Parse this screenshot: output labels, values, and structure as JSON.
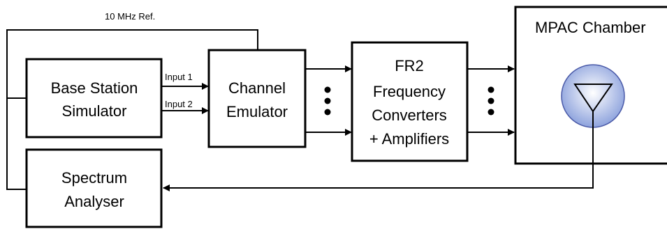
{
  "diagram": {
    "reference_label": "10 MHz Ref.",
    "blocks": {
      "base_station": {
        "line1": "Base Station",
        "line2": "Simulator"
      },
      "spectrum_analyser": {
        "line1": "Spectrum",
        "line2": "Analyser"
      },
      "channel_emulator": {
        "line1": "Channel",
        "line2": "Emulator"
      },
      "fr2": {
        "line1": "FR2",
        "line2": "Frequency",
        "line3": "Converters",
        "line4": "+ Amplifiers"
      },
      "mpac": {
        "title": "MPAC Chamber"
      }
    },
    "inputs": {
      "input1": "Input 1",
      "input2": "Input 2"
    },
    "colors": {
      "antenna_fill_center": "#ffffff",
      "antenna_fill_edge": "#8ea3dd",
      "line": "#000000"
    }
  }
}
